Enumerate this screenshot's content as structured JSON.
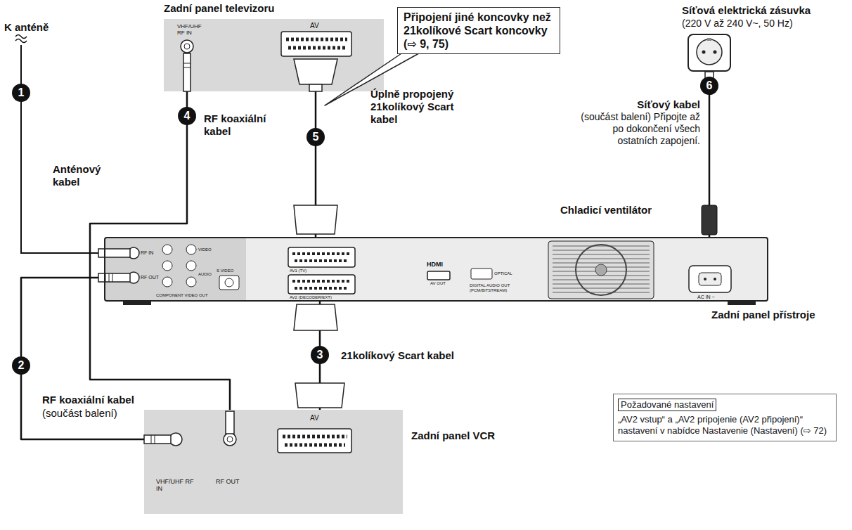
{
  "diagram": {
    "nodes": [
      {
        "text": [
          "Zadní panel televizoru"
        ]
      },
      {
        "text": [
          "Připojení jiné koncovky než 21kolíkové Scart koncovky (⇨ 9, 75)"
        ]
      },
      {
        "text": [
          "Síťová elektrická zásuvka",
          "(220 V až 240 V~, 50 Hz)"
        ]
      },
      {
        "text": [
          "Zadní panel přístroje"
        ]
      },
      {
        "text": [
          "„AV2 vstup“ a „AV2 pripojenie (AV2 připojení)“ nastavení v nabídce Nastavenie (Nastavení) (⇨ 72)"
        ]
      },
      {
        "text": [
          "Požadované nastavení"
        ],
        "in": 4
      },
      {
        "text": [
          "Zadní panel VCR"
        ]
      }
    ],
    "edges": [
      {
        "from": 3,
        "to": 6,
        "arrow": "none",
        "label": "2"
      },
      {
        "from": 3,
        "to": 6,
        "arrow": "none",
        "label": "3"
      },
      {
        "from": 6,
        "to": 0,
        "arrow": "none",
        "label": "4"
      },
      {
        "from": 3,
        "to": 0,
        "arrow": "none",
        "label": "5"
      },
      {
        "from": 2,
        "to": 3,
        "arrow": "none",
        "label": "6"
      }
    ],
    "labels": [
      "K anténě",
      "1",
      "Anténový kabel",
      "VHF/UHF RF IN",
      "AV",
      "RF koaxiální kabel",
      "Úplně propojený 21kolíkový Scart kabel",
      "Síťový kabel",
      "(součást balení) Připojte až po dokončení všech ostatních zapojení.",
      "Chladicí ventilátor",
      "RF IN",
      "RF OUT",
      "VIDEO",
      "AUDIO",
      "S VIDEO",
      "COMPONENT VIDEO OUT",
      "AV1 (TV)",
      "AV2 (DECODER/EXT)",
      "HDMI",
      "AV OUT",
      "OPTICAL",
      "DIGITAL AUDIO OUT (PCM/BITSTREAM)",
      "AC IN ~",
      "RF koaxiální kabel",
      "(součást balení)",
      "21kolíkový Scart kabel",
      "VHF/UHF RF IN",
      "RF OUT",
      "AV"
    ]
  }
}
